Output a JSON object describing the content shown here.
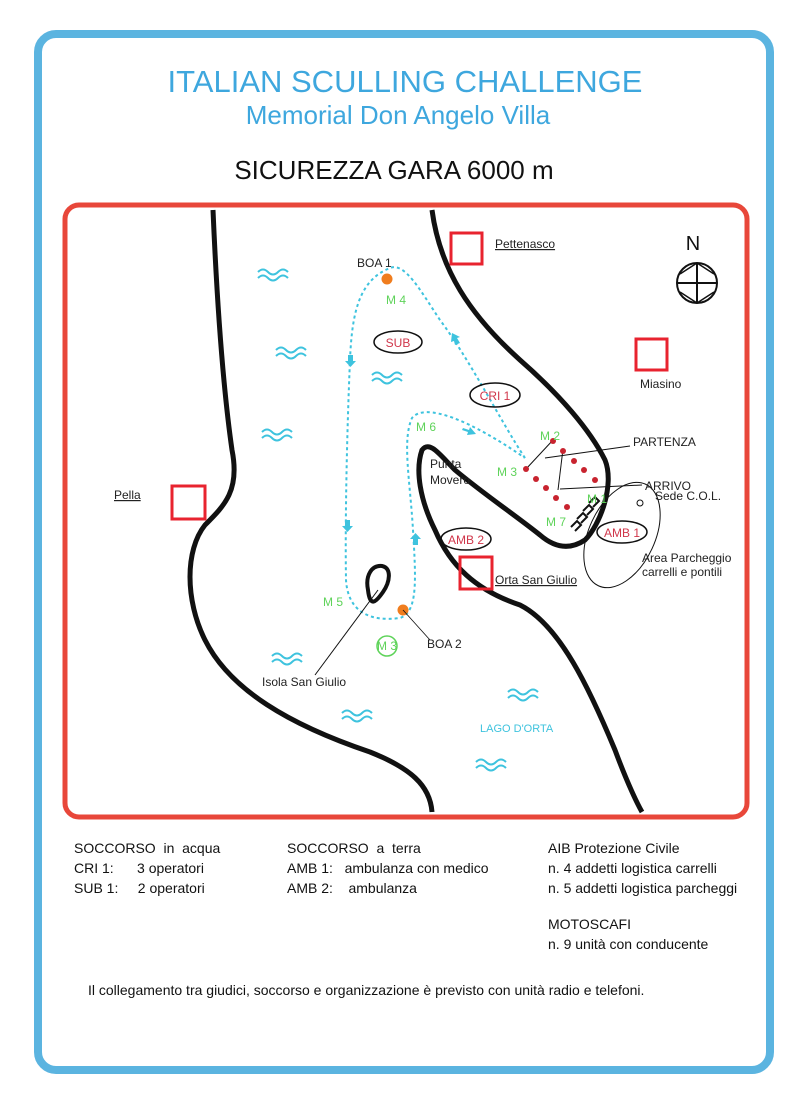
{
  "header": {
    "title": "ITALIAN SCULLING CHALLENGE",
    "subtitle": "Memorial Don Angelo Villa",
    "heading": "SICUREZZA GARA 6000 m"
  },
  "map": {
    "north": "N",
    "places": {
      "pettenasco": "Pettenasco",
      "miasino": "Miasino",
      "pella": "Pella",
      "orta": "Orta San Giulio",
      "punta1": "Punta",
      "punta2": "Movero",
      "isola": "Isola San Giulio",
      "lago": "LAGO D'ORTA",
      "sede": "Sede C.O.L.",
      "area1": "Area Parcheggio",
      "area2": "carrelli e pontili"
    },
    "course": {
      "boa1": "BOA 1",
      "boa2": "BOA 2",
      "partenza": "PARTENZA",
      "arrivo": "ARRIVO",
      "markers": [
        "M 1",
        "M 2",
        "M 3",
        "M 4",
        "M 5",
        "M 6",
        "M 7"
      ]
    },
    "units": {
      "sub": "SUB",
      "cri": "CRI 1",
      "amb1": "AMB 1",
      "amb2": "AMB 2",
      "m3boat": "M 3"
    },
    "colors": {
      "frame": "#5bb4e0",
      "border": "#e8473a",
      "course": "#3ec3de",
      "marker": "#c8232f",
      "boa": "#f07d1e",
      "green": "#5fd35a"
    }
  },
  "legend": {
    "water": {
      "title": "SOCCORSO  in  acqua",
      "rows": [
        "CRI 1:      3 operatori",
        "SUB 1:     2 operatori"
      ]
    },
    "land": {
      "title": "SOCCORSO  a  terra",
      "rows": [
        "AMB 1:   ambulanza con medico",
        "AMB 2:    ambulanza"
      ]
    },
    "aib": {
      "title": "AIB Protezione Civile",
      "rows": [
        "n. 4 addetti logistica carrelli",
        "n. 5 addetti logistica parcheggi"
      ]
    },
    "boats": {
      "title": "MOTOSCAFI",
      "rows": [
        "n. 9 unità con conducente"
      ]
    },
    "footer": "Il collegamento tra giudici, soccorso e organizzazione è previsto con unità radio e telefoni."
  }
}
